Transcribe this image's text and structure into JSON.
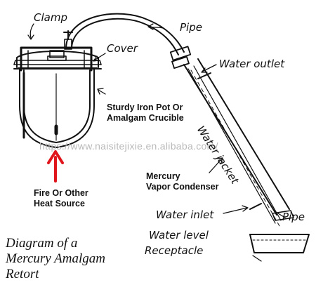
{
  "labels": {
    "clamp": "Clamp",
    "cover": "Cover",
    "pipe_top": "Pipe",
    "water_outlet": "Water outlet",
    "water_jacket": "Water jacket",
    "pot_line1": "Sturdy Iron Pot Or",
    "pot_line2": "Amalgam Crucible",
    "condenser_line1": "Mercury",
    "condenser_line2": "Vapor Condenser",
    "fire_line1": "Fire Or Other",
    "fire_line2": "Heat Source",
    "water_inlet": "Water inlet",
    "pipe_bottom": "Pipe",
    "water_level": "Water level",
    "receptacle": "Receptacle"
  },
  "caption": {
    "line1": "Diagram of a",
    "line2": "Mercury Amalgam",
    "line3": "Retort"
  },
  "watermark": "https://www.naisitejixie.en.alibaba.com/",
  "colors": {
    "ink": "#111111",
    "arrow": "#e0151b",
    "watermark": "#b9b9b9"
  }
}
